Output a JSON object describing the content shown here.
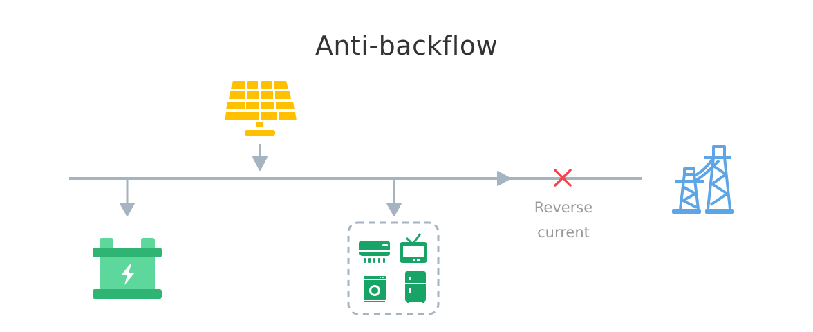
{
  "title": "Anti-backflow",
  "reverse_label": [
    "Reverse",
    "current"
  ],
  "nodes": {
    "solar": {
      "name": "Solar panel",
      "icon": "solar-panel-icon"
    },
    "battery": {
      "name": "Battery",
      "icon": "battery-icon"
    },
    "loads": {
      "name": "Household loads",
      "icons": [
        "air-conditioner-icon",
        "tv-icon",
        "washing-machine-icon",
        "refrigerator-icon"
      ]
    },
    "grid": {
      "name": "Power grid",
      "icon": "transmission-tower-icon"
    }
  },
  "flow": {
    "blocked": "reverse-current-to-grid"
  },
  "colors": {
    "line": "#a6b4c2",
    "solar": "#ffc000",
    "battery_dark": "#2eb574",
    "battery_light": "#5dd79c",
    "loads": "#18a367",
    "grid": "#5ea5e6",
    "block": "#f0474f",
    "text": "#333333",
    "muted": "#999999"
  }
}
